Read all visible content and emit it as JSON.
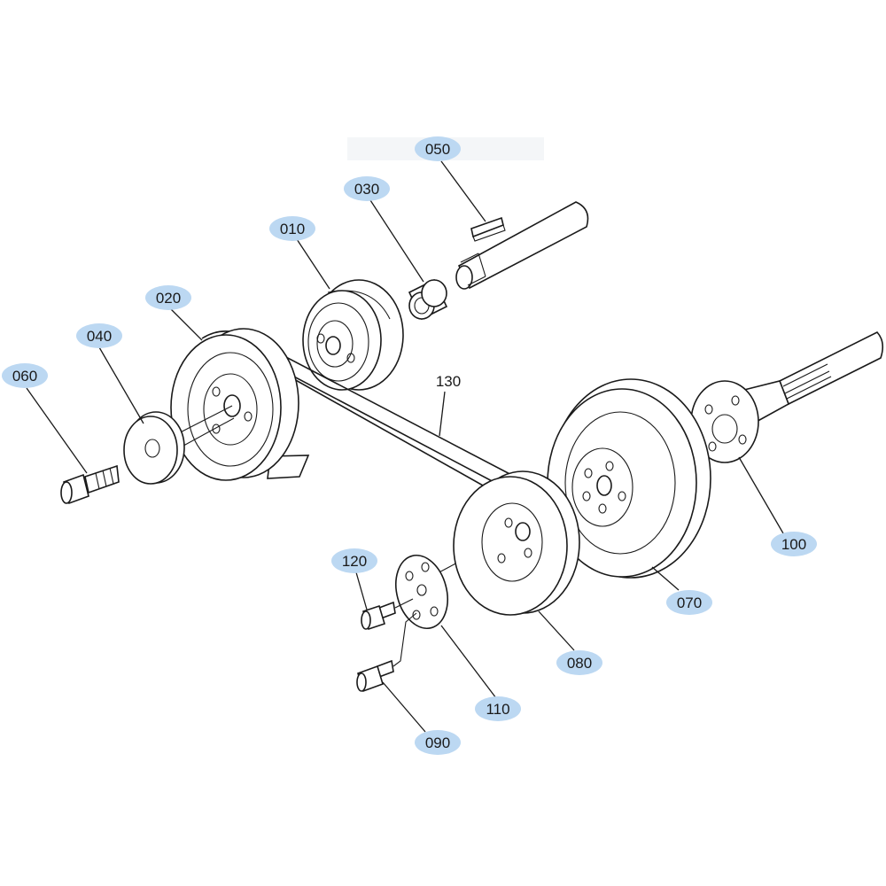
{
  "callouts": {
    "c010": "010",
    "c020": "020",
    "c030": "030",
    "c040": "040",
    "c050": "050",
    "c060": "060",
    "c070": "070",
    "c080": "080",
    "c090": "090",
    "c100": "100",
    "c110": "110",
    "c120": "120",
    "c130": "130"
  },
  "colors": {
    "highlight": "#bcd8f2",
    "ink": "#1a1a1a"
  }
}
